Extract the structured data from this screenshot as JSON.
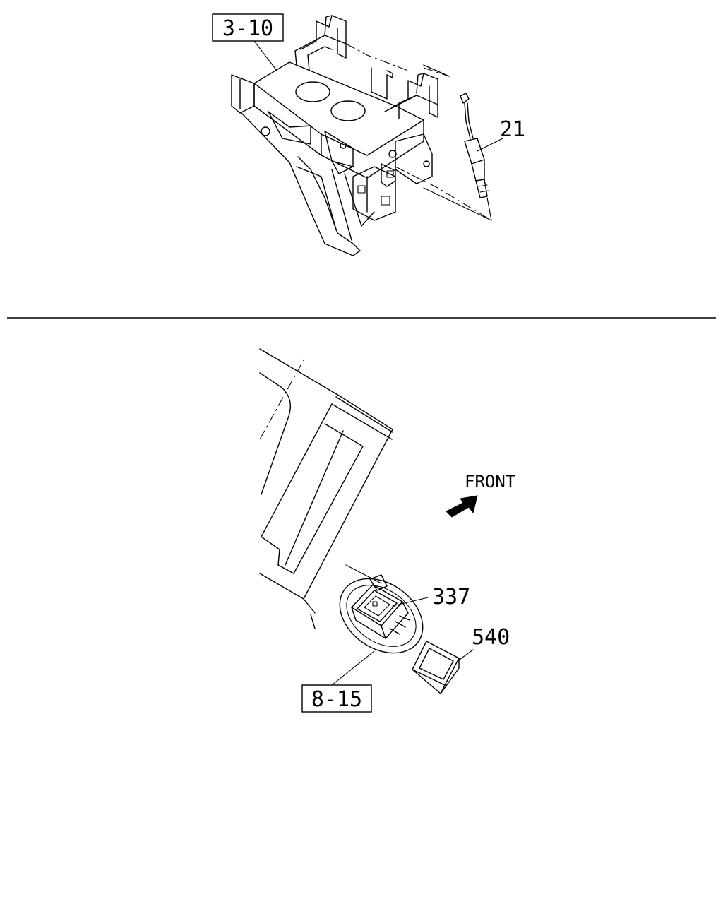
{
  "top_diagram": {
    "ref_box_label": "3-10",
    "part_label": "21"
  },
  "bottom_diagram": {
    "direction_label": "FRONT",
    "part_label_a": "337",
    "part_label_b": "540",
    "ref_box_label": "8-15"
  }
}
